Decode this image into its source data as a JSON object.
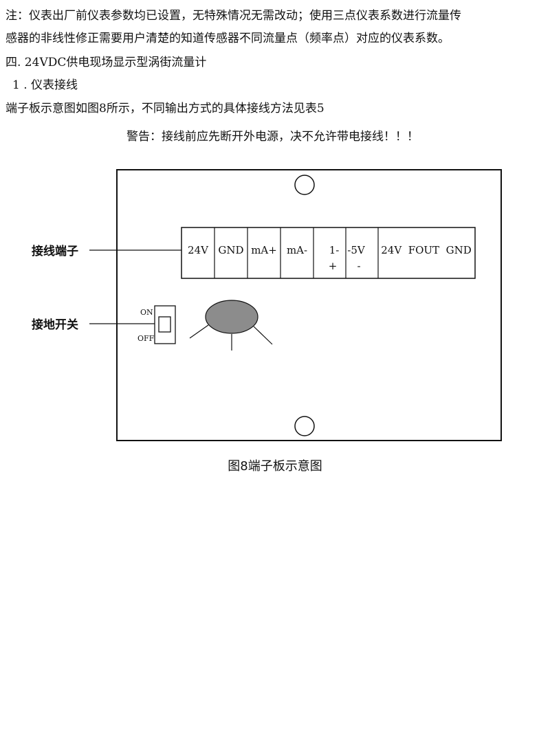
{
  "paragraphs": {
    "note_line1": "注：仪表出厂前仪表参数均已设置，无特殊情况无需改动；使用三点仪表系数进行流量传",
    "note_line2": "感器的非线性修正需要用户清楚的知道传感器不同流量点（频率点）对应的仪表系数。",
    "section_heading": "四. 24VDC供电现场显示型涡街流量计",
    "subsection_heading": "1 . 仪表接线",
    "intro": "端子板示意图如图8所示，不同输出方式的具体接线方法见表5",
    "warning": "警告：接线前应先断开外电源，决不允许带电接线！！！"
  },
  "figure": {
    "caption": "图8端子板示意图",
    "callout_terminals": "接线端子",
    "callout_switch": "接地开关",
    "switch_on": "ON",
    "switch_off": "OFF",
    "terminals": {
      "t_24v": "24V",
      "t_gnd": "GND",
      "t_ma_plus": "mA+",
      "t_ma_minus": "mA-",
      "t_1": "1-",
      "t_5v": "-5V",
      "t_plus": "+",
      "t_minus": "-",
      "t_24v_fout_gnd": "24V  FOUT  GND"
    }
  }
}
